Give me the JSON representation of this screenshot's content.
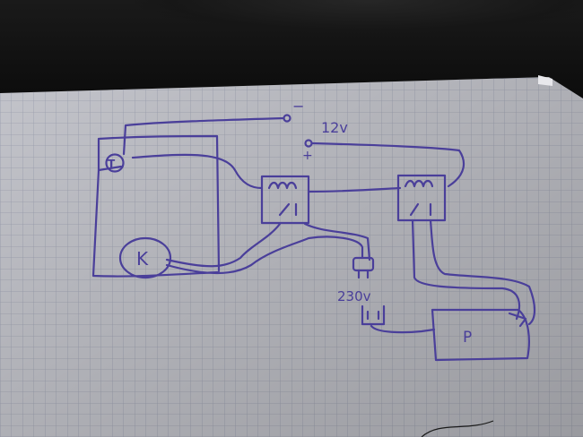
{
  "colors": {
    "paper": "#cfd0d6",
    "grid": "#9ea2b4",
    "ink": "#4a3f9a"
  },
  "labels": {
    "supply_minus": "−",
    "supply_voltage": "12v",
    "supply_plus": "+",
    "thermostat": "T",
    "compressor": "K",
    "mains_voltage": "230v",
    "pump": "P"
  }
}
